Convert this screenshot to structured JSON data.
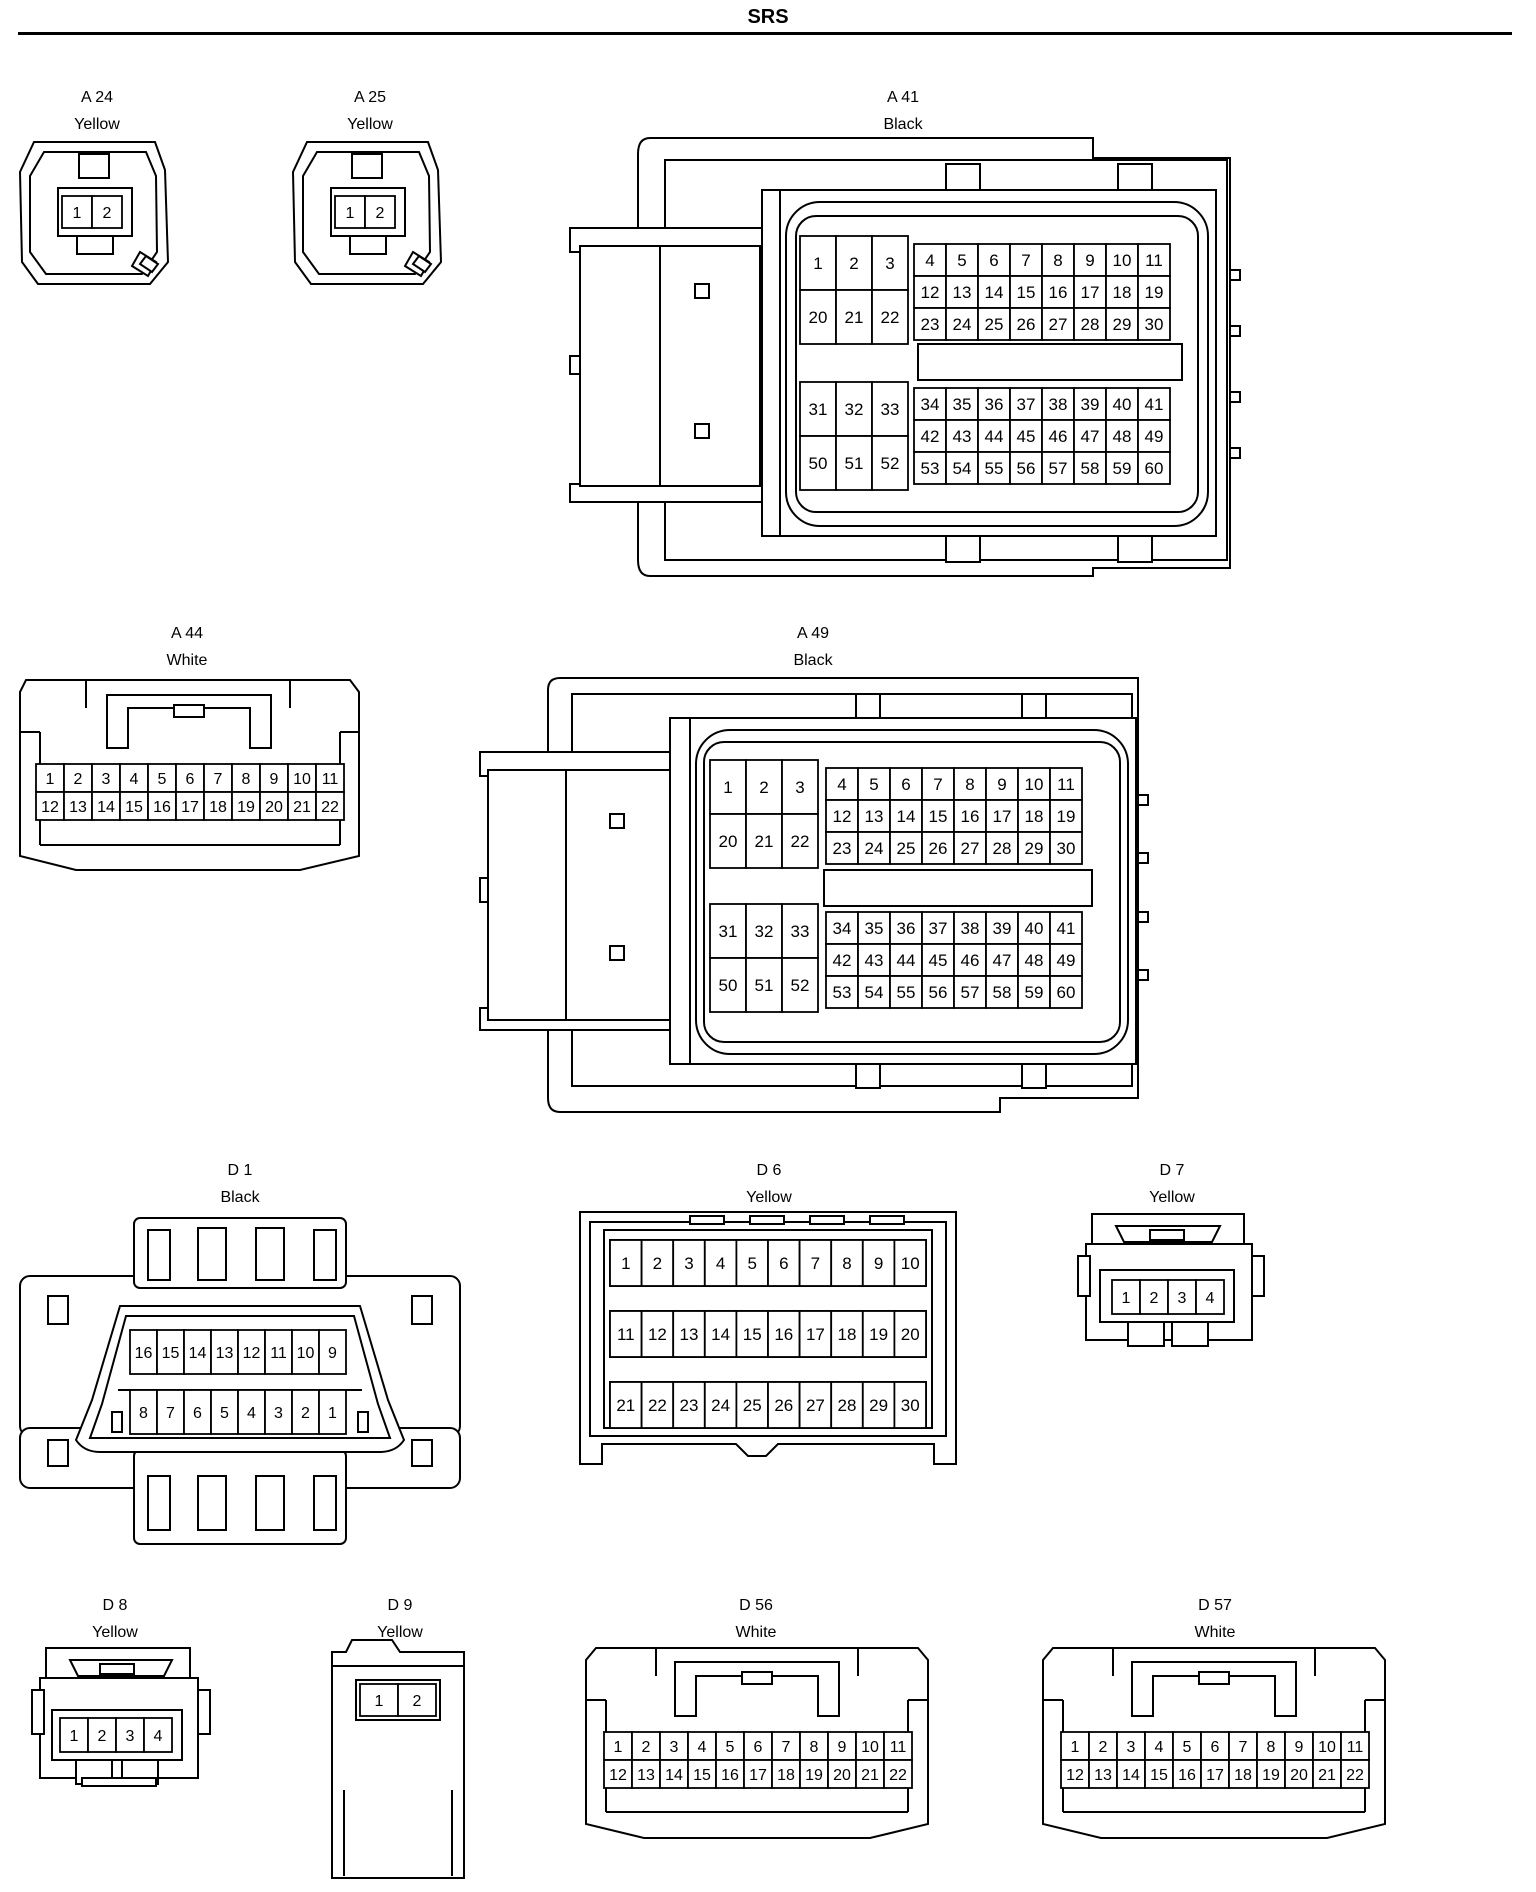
{
  "page": {
    "title": "SRS"
  },
  "connectors": {
    "a24": {
      "id": "A 24",
      "color": "Yellow",
      "pins": [
        "1",
        "2"
      ]
    },
    "a25": {
      "id": "A 25",
      "color": "Yellow",
      "pins": [
        "1",
        "2"
      ]
    },
    "a41": {
      "id": "A 41",
      "color": "Black",
      "pin_count": 60
    },
    "a44": {
      "id": "A 44",
      "color": "White",
      "row1": [
        "1",
        "2",
        "3",
        "4",
        "5",
        "6",
        "7",
        "8",
        "9",
        "10",
        "11"
      ],
      "row2": [
        "12",
        "13",
        "14",
        "15",
        "16",
        "17",
        "18",
        "19",
        "20",
        "21",
        "22"
      ]
    },
    "a49": {
      "id": "A 49",
      "color": "Black",
      "pin_count": 60
    },
    "d1": {
      "id": "D 1",
      "color": "Black",
      "row1": [
        "16",
        "15",
        "14",
        "13",
        "12",
        "11",
        "10",
        "9"
      ],
      "row2": [
        "8",
        "7",
        "6",
        "5",
        "4",
        "3",
        "2",
        "1"
      ]
    },
    "d6": {
      "id": "D 6",
      "color": "Yellow",
      "row1": [
        "1",
        "2",
        "3",
        "4",
        "5",
        "6",
        "7",
        "8",
        "9",
        "10"
      ],
      "row2": [
        "11",
        "12",
        "13",
        "14",
        "15",
        "16",
        "17",
        "18",
        "19",
        "20"
      ],
      "row3": [
        "21",
        "22",
        "23",
        "24",
        "25",
        "26",
        "27",
        "28",
        "29",
        "30"
      ]
    },
    "d7": {
      "id": "D 7",
      "color": "Yellow",
      "pins": [
        "1",
        "2",
        "3",
        "4"
      ]
    },
    "d8": {
      "id": "D 8",
      "color": "Yellow",
      "pins": [
        "1",
        "2",
        "3",
        "4"
      ]
    },
    "d9": {
      "id": "D 9",
      "color": "Yellow",
      "pins": [
        "1",
        "2"
      ]
    },
    "d56": {
      "id": "D 56",
      "color": "White",
      "row1": [
        "1",
        "2",
        "3",
        "4",
        "5",
        "6",
        "7",
        "8",
        "9",
        "10",
        "11"
      ],
      "row2": [
        "12",
        "13",
        "14",
        "15",
        "16",
        "17",
        "18",
        "19",
        "20",
        "21",
        "22"
      ]
    },
    "d57": {
      "id": "D 57",
      "color": "White",
      "row1": [
        "1",
        "2",
        "3",
        "4",
        "5",
        "6",
        "7",
        "8",
        "9",
        "10",
        "11"
      ],
      "row2": [
        "12",
        "13",
        "14",
        "15",
        "16",
        "17",
        "18",
        "19",
        "20",
        "21",
        "22"
      ]
    }
  }
}
